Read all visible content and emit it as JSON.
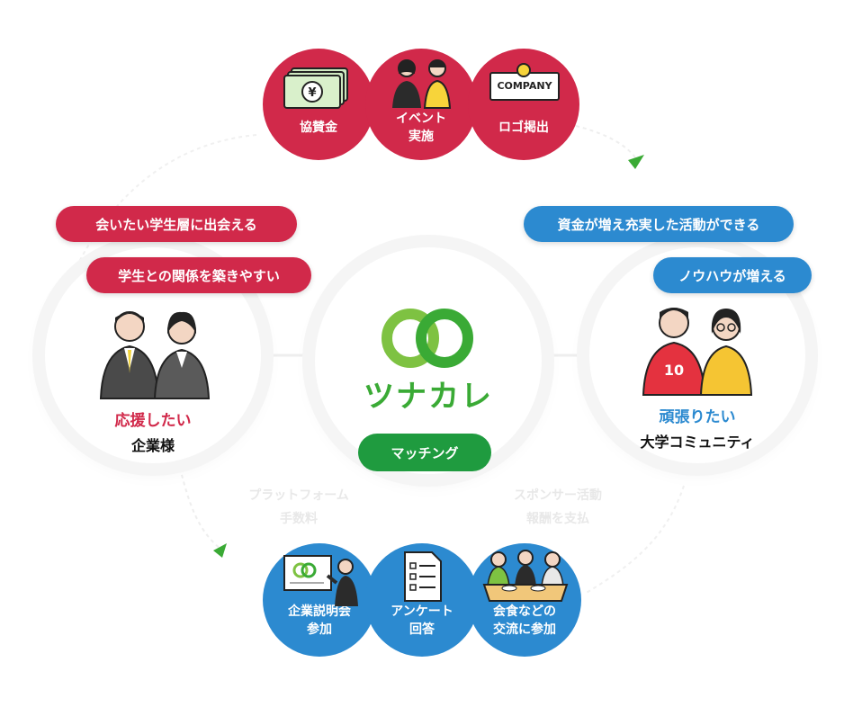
{
  "top_circles": [
    {
      "label": "協賛金",
      "icon": "money-icon"
    },
    {
      "label": "イベント\n実施",
      "icon": "people-icon"
    },
    {
      "label": "ロゴ掲出",
      "icon": "company-sign-icon"
    }
  ],
  "company_sign_text": "COMPANY",
  "left_pills": [
    "会いたい学生層に出会える",
    "学生との関係を築きやすい"
  ],
  "right_pills": [
    "資金が増え充実した活動ができる",
    "ノウハウが増える"
  ],
  "left_node": {
    "line1": "応援したい",
    "line2": "企業様"
  },
  "right_node": {
    "line1": "頑張りたい",
    "line2": "大学コミュニティ"
  },
  "center": {
    "logo_text": "ツナカレ",
    "badge": "マッチング"
  },
  "faint_left": [
    "プラットフォーム",
    "手数料"
  ],
  "faint_right": [
    "スポンサー活動",
    "報酬を支払"
  ],
  "bottom_circles": [
    {
      "label": "企業説明会\n参加",
      "icon": "presentation-icon"
    },
    {
      "label": "アンケート\n回答",
      "icon": "checklist-icon"
    },
    {
      "label": "会食などの\n交流に参加",
      "icon": "dining-icon"
    }
  ],
  "jersey_number": "10",
  "colors": {
    "red": "#d1294a",
    "blue": "#2c8ad0",
    "green": "#3aaa35",
    "badge_green": "#1f9b3f"
  }
}
